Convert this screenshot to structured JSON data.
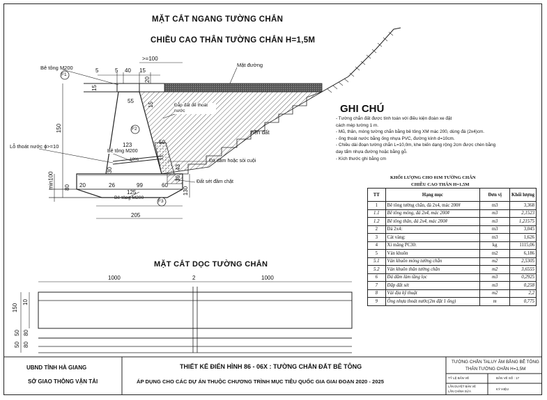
{
  "titles": {
    "cross_section_1": "MẶT CẮT NGANG TƯỜNG CHẮN",
    "cross_section_2": "CHIỀU CAO THÂN TƯỜNG CHẮN H=1,5M",
    "long_section": "MẶT CẮT DỌC TƯỜNG CHẮN"
  },
  "labels": {
    "be_tong_m200_top": "Bê tông M200",
    "mat_duong": "Mặt đường",
    "dap_dat": "Đắp đất để thoát nước",
    "nen_dat": "nền đất",
    "lo_thoat_nuoc": "Lỗ thoát nước ɸ>=10",
    "be_tong_m200_mid": "Bê tông M200",
    "da_dam": "Đá dăm hoặc sỏi cuội",
    "dat_set": "Đất sét đầm chặt",
    "be_tong_m200_bot": "Bê tông M200",
    "f1": "F1",
    "f2": "F2",
    "f3": "F3",
    "slope_10": "10%"
  },
  "dimensions": {
    "top": [
      "5",
      "5",
      "40",
      "15",
      "20"
    ],
    "top_ge100": ">=100",
    "left_15": "15",
    "left_150": "150",
    "left_min100": "min100",
    "left_80": "80",
    "d55": "55",
    "d15_1": "15",
    "d30": "30",
    "d123": "123",
    "d50": "50",
    "d20": "20",
    "d26": "26",
    "d99": "99",
    "d60": "60",
    "d125": "125",
    "d205": "205",
    "d130": "130",
    "d43": "43",
    "d30b": "30",
    "ls_1000a": "1000",
    "ls_2": "2",
    "ls_1000b": "1000",
    "ls_150": "150",
    "ls_10": "10",
    "ls_50": "50",
    "ls_80": "80",
    "ls_50b": "50",
    "ls_80b": "80"
  },
  "notes": {
    "title": "GHI CHÚ",
    "lines": [
      "- Tường chắn đất được tính toán với điều kiện đoàn xe đặt",
      "cách mép tường 1 m.",
      "- Mũ, thân, móng tường chắn bằng bê tông XM mác 200, dùng đá (2x4)cm.",
      "- ống thoát nước bằng ống nhựa PVC, đường kính d=10cm.",
      "- Chiều dài đoạn tường chắn L=10,0m, khe biến dạng rộng 2cm được chèn bằng",
      "day tẩm nhựa đường hoặc bằng gỗ.",
      "- Kích thước ghi bằng cm"
    ]
  },
  "qty_table": {
    "title1": "KHỐI LƯỢNG CHO 01M TƯỜNG CHẮN",
    "title2": "CHIỀU CAO THÂN H=1,5M",
    "headers": [
      "TT",
      "Hạng mục",
      "Đơn vị",
      "Khối lượng"
    ],
    "rows": [
      {
        "tt": "1",
        "item": "Bê tông tường chắn, đá 2x4, mác 200#",
        "unit": "m3",
        "qty": "3,368",
        "it": false
      },
      {
        "tt": "1.1",
        "item": "Bê tông móng, đá 2x4, mác 200#",
        "unit": "m3",
        "qty": "2,1523",
        "it": true
      },
      {
        "tt": "1.2",
        "item": "Bê tông thân, đá 2x4, mác 200#",
        "unit": "m3",
        "qty": "1,21575",
        "it": true
      },
      {
        "tt": "2",
        "item": "Đá 2x4:",
        "unit": "m3",
        "qty": "3,045",
        "it": false
      },
      {
        "tt": "3",
        "item": "Cát vàng:",
        "unit": "m3",
        "qty": "1,626",
        "it": false
      },
      {
        "tt": "4",
        "item": "Xi măng PC30:",
        "unit": "kg",
        "qty": "1115,06",
        "it": false
      },
      {
        "tt": "5",
        "item": "Ván khuôn",
        "unit": "m2",
        "qty": "6,186",
        "it": false
      },
      {
        "tt": "5.1",
        "item": "Ván khuôn móng tường chắn",
        "unit": "m2",
        "qty": "2,5305",
        "it": true
      },
      {
        "tt": "5.2",
        "item": "Ván khuôn thân tường chắn",
        "unit": "m2",
        "qty": "3,6555",
        "it": true
      },
      {
        "tt": "6",
        "item": "Đá dăm làm tầng lọc",
        "unit": "m3",
        "qty": "0,2925",
        "it": true
      },
      {
        "tt": "7",
        "item": "Đắp đất sét",
        "unit": "m3",
        "qty": "0,258",
        "it": true
      },
      {
        "tt": "8",
        "item": "Vải địa kỹ thuật",
        "unit": "m2",
        "qty": "2,2",
        "it": true
      },
      {
        "tt": "9",
        "item": "Ống nhựa thoát nước(2m đặt 1 ống)",
        "unit": "m",
        "qty": "0,775",
        "it": true
      }
    ]
  },
  "footer": {
    "org1": "UBND TỈNH HÀ GIANG",
    "org2": "SỞ GIAO THÔNG VẬN TẢI",
    "design_title": "THIẾT KẾ ĐIỂN HÌNH 86 - 06X : TƯỜNG CHẮN ĐẤT BÊ TÔNG",
    "design_sub": "ÁP DỤNG CHO CÁC DỰ ÁN THUỘC CHƯƠNG TRÌNH MỤC TIÊU QUỐC GIA GIAI ĐOẠN 2020 - 2025",
    "drawing_name1": "TƯỜNG CHẮN TALUY ÂM BẰNG BÊ TÔNG",
    "drawing_name2": "THÂN TƯỜNG CHẮN H=1,5M",
    "scale_label": "TỶ LỆ BẢN VẼ",
    "sheet_label": "BẢN VẼ SỐ : 17",
    "sign1": "LẦN DUYỆT BẢN VẼ",
    "sign2": "LẦN CHỈNH SỬA",
    "symbol": "KÝ HIỆU"
  }
}
